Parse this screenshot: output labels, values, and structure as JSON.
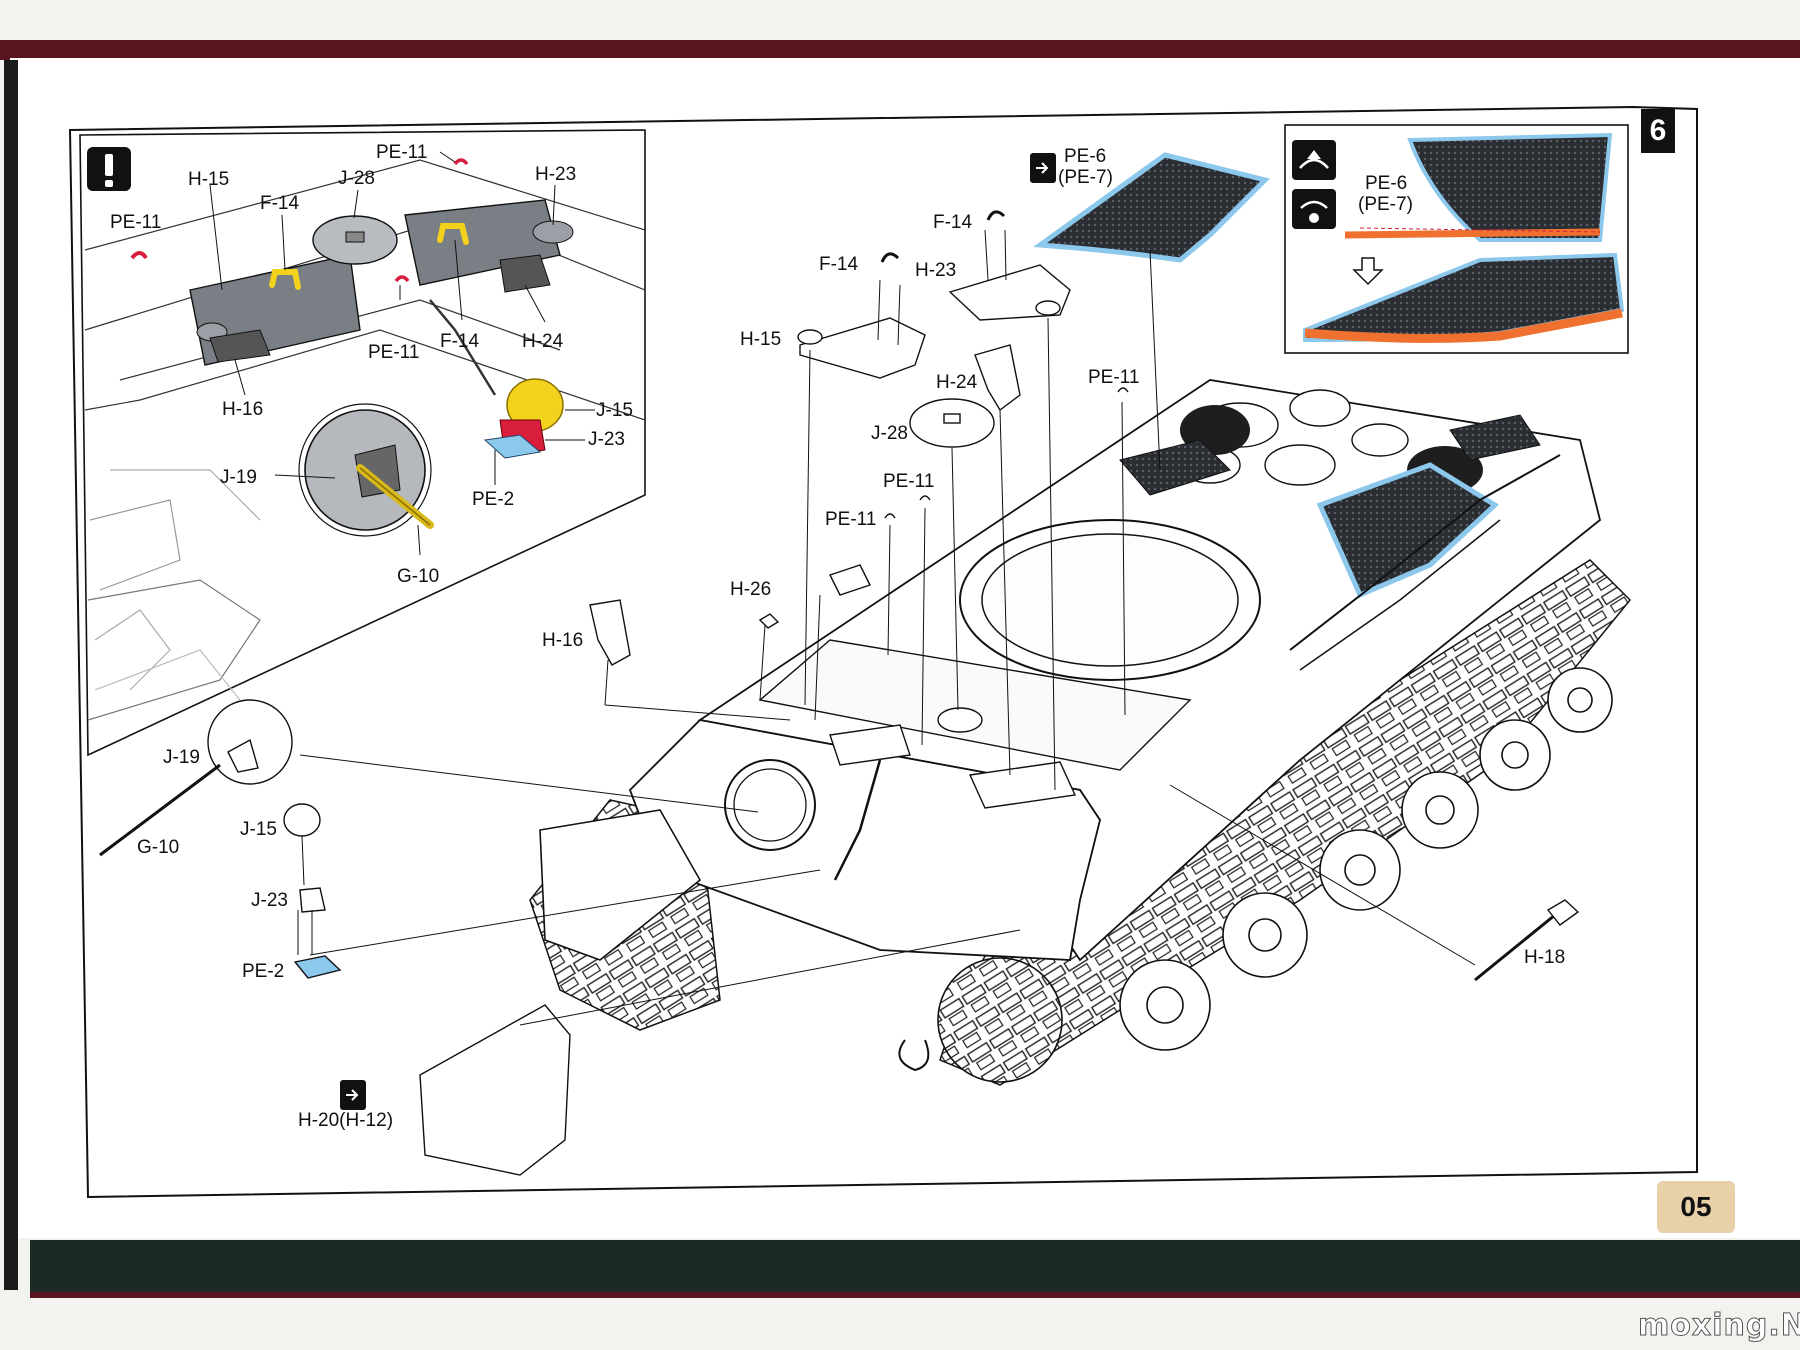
{
  "step_number": "6",
  "page_number": "05",
  "watermark": "moxing.NET",
  "inset_labels": {
    "pe11_a": "PE-11",
    "h15": "H-15",
    "f14_a": "F-14",
    "j28": "J-28",
    "pe11_b": "PE-11",
    "h23": "H-23",
    "pe11_c": "PE-11",
    "f14_b": "F-14",
    "h24": "H-24",
    "h16": "H-16",
    "j15": "J-15",
    "j23": "J-23",
    "pe2": "PE-2",
    "j19": "J-19",
    "g10": "G-10"
  },
  "main_labels": {
    "pe6": "PE-6",
    "pe7": "(PE-7)",
    "f14_a": "F-14",
    "f14_b": "F-14",
    "h23": "H-23",
    "h15": "H-15",
    "h24": "H-24",
    "pe11_a": "PE-11",
    "j28": "J-28",
    "pe11_b": "PE-11",
    "pe11_c": "PE-11",
    "h26": "H-26",
    "h16": "H-16",
    "j19": "J-19",
    "g10": "G-10",
    "j15": "J-15",
    "j23": "J-23",
    "pe2": "PE-2",
    "h20": "H-20(H-12)",
    "h18": "H-18"
  },
  "detail_labels": {
    "pe6": "PE-6",
    "pe7": "(PE-7)"
  },
  "colors": {
    "part_yellow": "#f2d21c",
    "part_red": "#d81e3c",
    "photo_etch_blue": "#8cc8ec",
    "photo_etch_orange": "#f07030",
    "page_num_bg": "#e8d0a8",
    "border_maroon": "#5a1420",
    "bottom_band": "#1c2a24"
  },
  "icons": [
    "attention-icon",
    "option-arrow-icon",
    "bend-up-icon",
    "bend-round-icon",
    "down-arrow-icon"
  ]
}
